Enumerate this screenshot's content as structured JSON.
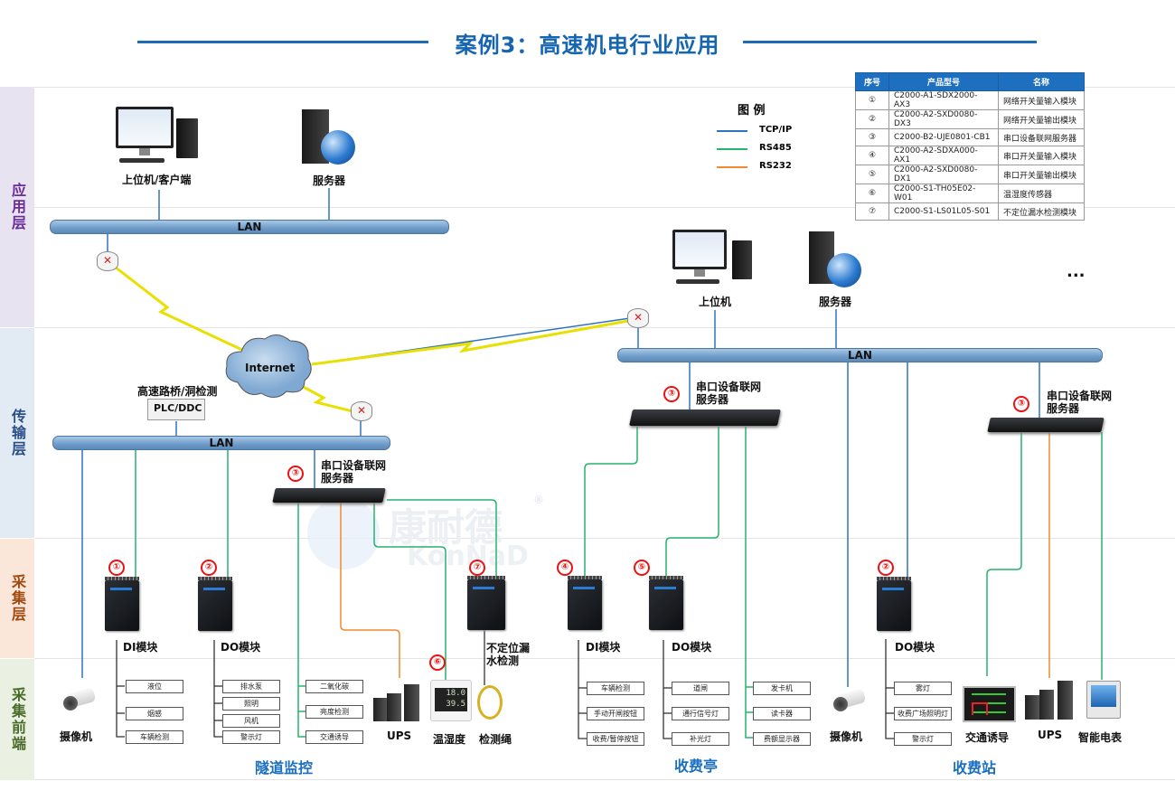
{
  "title": "案例3：高速机电行业应用",
  "layers": [
    {
      "label": "应用层",
      "color": "#6a2d9a",
      "bg": "#e8e3f0"
    },
    {
      "label": "传输层",
      "color": "#2a4f87",
      "bg": "#e2eaf4"
    },
    {
      "label": "采集层",
      "color": "#a04a10",
      "bg": "#fbe6da"
    },
    {
      "label": "采集前端",
      "color": "#4a6a2a",
      "bg": "#eaf0e2"
    }
  ],
  "legend": {
    "title": "图  例",
    "items": [
      {
        "label": "TCP/IP",
        "color": "#2e74c0"
      },
      {
        "label": "RS485",
        "color": "#27b46e"
      },
      {
        "label": "RS232",
        "color": "#f08a30"
      }
    ]
  },
  "product_table": {
    "headers": [
      "序号",
      "产品型号",
      "名称"
    ],
    "rows": [
      [
        "①",
        "C2000-A1-SDX2000-AX3",
        "网络开关量输入模块"
      ],
      [
        "②",
        "C2000-A2-SXD0080-DX3",
        "网络开关量输出模块"
      ],
      [
        "③",
        "C2000-B2-UJE0801-CB1",
        "串口设备联网服务器"
      ],
      [
        "④",
        "C2000-A2-SDXA000-AX1",
        "串口开关量输入模块"
      ],
      [
        "⑤",
        "C2000-A2-SXD0080-DX1",
        "串口开关量输出模块"
      ],
      [
        "⑥",
        "C2000-S1-TH05E02-W01",
        "温湿度传感器"
      ],
      [
        "⑦",
        "C2000-S1-LS01L05-S01",
        "不定位漏水检测模块"
      ]
    ]
  },
  "app_layer": {
    "left": {
      "pc_label": "上位机/客户端",
      "server_label": "服务器",
      "lan_label": "LAN"
    },
    "right": {
      "pc_label": "上位机",
      "server_label": "服务器",
      "more": "..."
    }
  },
  "transport": {
    "internet_label": "Internet",
    "bridge_label": "高速路桥/洞检测",
    "plc_label": "PLC/DDC",
    "left_lan_label": "LAN",
    "right_lan_label": "LAN",
    "serial_server_label_1": "串口设备联网",
    "serial_server_label_2": "服务器",
    "badge_3": "③"
  },
  "tunnel": {
    "section_label": "隧道监控",
    "di": {
      "badge": "①",
      "label": "DI模块",
      "items": [
        "液位",
        "烟感",
        "车辆检测"
      ]
    },
    "do": {
      "badge": "②",
      "label": "DO模块",
      "items": [
        "排水泵",
        "照明",
        "风机",
        "警示灯"
      ]
    },
    "serial_items": [
      "二氧化碳",
      "亮度检测",
      "交通诱导"
    ],
    "camera_label": "摄像机",
    "ups_label": "UPS",
    "th": {
      "badge": "⑥",
      "label": "温湿度",
      "temp": "18.0",
      "hum": "39.5"
    },
    "leak": {
      "badge": "⑦",
      "label1": "不定位漏",
      "label2": "水检测",
      "rope_label": "检测绳"
    }
  },
  "tollbooth": {
    "section_label": "收费亭",
    "di": {
      "badge": "④",
      "label": "DI模块",
      "items": [
        "车辆检测",
        "手动开闸按钮",
        "收费/暂停按钮"
      ]
    },
    "do": {
      "badge": "⑤",
      "label": "DO模块",
      "items": [
        "道闸",
        "通行信号灯",
        "补光灯"
      ]
    },
    "serial_items": [
      "发卡机",
      "读卡器",
      "费额显示器"
    ]
  },
  "tollstation": {
    "section_label": "收费站",
    "camera_label": "摄像机",
    "do": {
      "badge": "②",
      "label": "DO模块",
      "items": [
        "雾灯",
        "收费广场照明灯",
        "警示灯"
      ]
    },
    "traffic_label": "交通诱导",
    "ups_label": "UPS",
    "meter_label": "智能电表"
  },
  "watermark": {
    "cn": "康耐德",
    "en": "KonNaD",
    "reg": "®"
  }
}
